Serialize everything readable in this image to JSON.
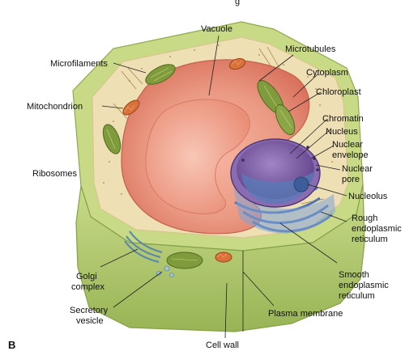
{
  "figure": {
    "panel_letter": "B",
    "top_fragment": "g"
  },
  "labels": {
    "vacuole": "Vacuole",
    "microtubules": "Microtubules",
    "microfilaments": "Microfilaments",
    "cytoplasm": "Cytoplasm",
    "chloroplast": "Chloroplast",
    "mitochondrion": "Mitochondrion",
    "chromatin": "Chromatin",
    "nucleus": "Nucleus",
    "nuclear_envelope": [
      "Nuclear",
      "envelope"
    ],
    "ribosomes": "Ribosomes",
    "nuclear_pore": [
      "Nuclear",
      "pore"
    ],
    "nucleolus": "Nucleolus",
    "rough_er": [
      "Rough",
      "endoplasmic",
      "reticulum"
    ],
    "golgi": [
      "Golgi",
      "complex"
    ],
    "smooth_er": [
      "Smooth",
      "endoplasmic",
      "reticulum"
    ],
    "secretory_vesicle": [
      "Secretory",
      "vesicle"
    ],
    "plasma_membrane": "Plasma membrane",
    "cell_wall": "Cell wall"
  },
  "colors": {
    "cell_wall": "#b9cf74",
    "cytoplasm": "#efe0b6",
    "vacuole": "#e88c78",
    "vacuole_inner": "#f0a48e",
    "chloroplast": "#7f9b3c",
    "mitochondrion": "#d9713a",
    "nucleus": "#7b5aa0",
    "rough_er": "#6b8fc4"
  }
}
